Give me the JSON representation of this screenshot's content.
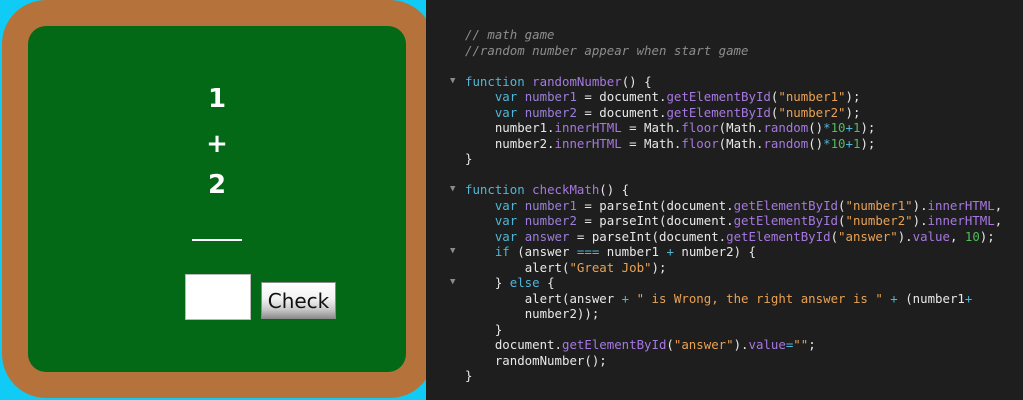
{
  "game": {
    "number1": "1",
    "operator": "+",
    "number2": "2",
    "answer_value": "",
    "check_label": "Check"
  },
  "colors": {
    "background": "#0fcbf5",
    "frame": "#b5733b",
    "board": "#036917",
    "editor_bg": "#1e1e1e"
  },
  "editor": {
    "lines": [
      {
        "fold": false,
        "indent": 0,
        "tokens": [
          {
            "t": "// math game",
            "k": "com"
          }
        ]
      },
      {
        "fold": false,
        "indent": 0,
        "tokens": [
          {
            "t": "//random number appear when start game",
            "k": "com"
          }
        ]
      },
      {
        "fold": false,
        "indent": 0,
        "tokens": []
      },
      {
        "fold": true,
        "indent": 0,
        "tokens": [
          {
            "t": "function",
            "k": "kw"
          },
          {
            "t": " ",
            "k": "pl"
          },
          {
            "t": "randomNumber",
            "k": "fn"
          },
          {
            "t": "() {",
            "k": "pl"
          }
        ]
      },
      {
        "fold": false,
        "indent": 1,
        "tokens": [
          {
            "t": "var",
            "k": "kw"
          },
          {
            "t": " ",
            "k": "pl"
          },
          {
            "t": "number1",
            "k": "var"
          },
          {
            "t": " = document.",
            "k": "pl"
          },
          {
            "t": "getElementById",
            "k": "fn"
          },
          {
            "t": "(",
            "k": "pl"
          },
          {
            "t": "\"number1\"",
            "k": "str"
          },
          {
            "t": ");",
            "k": "pl"
          }
        ]
      },
      {
        "fold": false,
        "indent": 1,
        "tokens": [
          {
            "t": "var",
            "k": "kw"
          },
          {
            "t": " ",
            "k": "pl"
          },
          {
            "t": "number2",
            "k": "var"
          },
          {
            "t": " = document.",
            "k": "pl"
          },
          {
            "t": "getElementById",
            "k": "fn"
          },
          {
            "t": "(",
            "k": "pl"
          },
          {
            "t": "\"number2\"",
            "k": "str"
          },
          {
            "t": ");",
            "k": "pl"
          }
        ]
      },
      {
        "fold": false,
        "indent": 1,
        "tokens": [
          {
            "t": "number1.",
            "k": "pl"
          },
          {
            "t": "innerHTML",
            "k": "fn"
          },
          {
            "t": " = Math.",
            "k": "pl"
          },
          {
            "t": "floor",
            "k": "fn"
          },
          {
            "t": "(Math.",
            "k": "pl"
          },
          {
            "t": "random",
            "k": "fn"
          },
          {
            "t": "()",
            "k": "pl"
          },
          {
            "t": "*",
            "k": "op"
          },
          {
            "t": "10",
            "k": "num"
          },
          {
            "t": "+",
            "k": "op"
          },
          {
            "t": "1",
            "k": "num"
          },
          {
            "t": ");",
            "k": "pl"
          }
        ]
      },
      {
        "fold": false,
        "indent": 1,
        "tokens": [
          {
            "t": "number2.",
            "k": "pl"
          },
          {
            "t": "innerHTML",
            "k": "fn"
          },
          {
            "t": " = Math.",
            "k": "pl"
          },
          {
            "t": "floor",
            "k": "fn"
          },
          {
            "t": "(Math.",
            "k": "pl"
          },
          {
            "t": "random",
            "k": "fn"
          },
          {
            "t": "()",
            "k": "pl"
          },
          {
            "t": "*",
            "k": "op"
          },
          {
            "t": "10",
            "k": "num"
          },
          {
            "t": "+",
            "k": "op"
          },
          {
            "t": "1",
            "k": "num"
          },
          {
            "t": ");",
            "k": "pl"
          }
        ]
      },
      {
        "fold": false,
        "indent": 0,
        "tokens": [
          {
            "t": "}",
            "k": "pl"
          }
        ]
      },
      {
        "fold": false,
        "indent": 0,
        "tokens": []
      },
      {
        "fold": true,
        "indent": 0,
        "tokens": [
          {
            "t": "function",
            "k": "kw"
          },
          {
            "t": " ",
            "k": "pl"
          },
          {
            "t": "checkMath",
            "k": "fn"
          },
          {
            "t": "() {",
            "k": "pl"
          }
        ]
      },
      {
        "fold": false,
        "indent": 1,
        "tokens": [
          {
            "t": "var",
            "k": "kw"
          },
          {
            "t": " ",
            "k": "pl"
          },
          {
            "t": "number1",
            "k": "var"
          },
          {
            "t": " = parseInt(document.",
            "k": "pl"
          },
          {
            "t": "getElementById",
            "k": "fn"
          },
          {
            "t": "(",
            "k": "pl"
          },
          {
            "t": "\"number1\"",
            "k": "str"
          },
          {
            "t": ").",
            "k": "pl"
          },
          {
            "t": "innerHTML",
            "k": "fn"
          },
          {
            "t": ",",
            "k": "pl"
          }
        ]
      },
      {
        "fold": false,
        "indent": 1,
        "tokens": [
          {
            "t": "var",
            "k": "kw"
          },
          {
            "t": " ",
            "k": "pl"
          },
          {
            "t": "number2",
            "k": "var"
          },
          {
            "t": " = parseInt(document.",
            "k": "pl"
          },
          {
            "t": "getElementById",
            "k": "fn"
          },
          {
            "t": "(",
            "k": "pl"
          },
          {
            "t": "\"number2\"",
            "k": "str"
          },
          {
            "t": ").",
            "k": "pl"
          },
          {
            "t": "innerHTML",
            "k": "fn"
          },
          {
            "t": ",",
            "k": "pl"
          }
        ]
      },
      {
        "fold": false,
        "indent": 1,
        "tokens": [
          {
            "t": "var",
            "k": "kw"
          },
          {
            "t": " ",
            "k": "pl"
          },
          {
            "t": "answer",
            "k": "var"
          },
          {
            "t": " = parseInt(document.",
            "k": "pl"
          },
          {
            "t": "getElementById",
            "k": "fn"
          },
          {
            "t": "(",
            "k": "pl"
          },
          {
            "t": "\"answer\"",
            "k": "str"
          },
          {
            "t": ").",
            "k": "pl"
          },
          {
            "t": "value",
            "k": "fn"
          },
          {
            "t": ", ",
            "k": "pl"
          },
          {
            "t": "10",
            "k": "num"
          },
          {
            "t": ");",
            "k": "pl"
          }
        ]
      },
      {
        "fold": true,
        "indent": 1,
        "tokens": [
          {
            "t": "if",
            "k": "kw"
          },
          {
            "t": " (answer ",
            "k": "pl"
          },
          {
            "t": "===",
            "k": "op"
          },
          {
            "t": " number1 ",
            "k": "pl"
          },
          {
            "t": "+",
            "k": "op"
          },
          {
            "t": " number2) {",
            "k": "pl"
          }
        ]
      },
      {
        "fold": false,
        "indent": 2,
        "tokens": [
          {
            "t": "alert(",
            "k": "pl"
          },
          {
            "t": "\"Great Job\"",
            "k": "str"
          },
          {
            "t": ");",
            "k": "pl"
          }
        ]
      },
      {
        "fold": true,
        "indent": 1,
        "tokens": [
          {
            "t": "} ",
            "k": "pl"
          },
          {
            "t": "else",
            "k": "kw"
          },
          {
            "t": " {",
            "k": "pl"
          }
        ]
      },
      {
        "fold": false,
        "indent": 2,
        "tokens": [
          {
            "t": "alert(answer ",
            "k": "pl"
          },
          {
            "t": "+",
            "k": "op"
          },
          {
            "t": " ",
            "k": "pl"
          },
          {
            "t": "\" is Wrong, the right answer is \"",
            "k": "str"
          },
          {
            "t": " ",
            "k": "pl"
          },
          {
            "t": "+",
            "k": "op"
          },
          {
            "t": " (number1",
            "k": "pl"
          },
          {
            "t": "+",
            "k": "op"
          }
        ]
      },
      {
        "fold": false,
        "indent": 2,
        "tokens": [
          {
            "t": "number2));",
            "k": "pl"
          }
        ]
      },
      {
        "fold": false,
        "indent": 1,
        "tokens": [
          {
            "t": "}",
            "k": "pl"
          }
        ]
      },
      {
        "fold": false,
        "indent": 1,
        "tokens": [
          {
            "t": "document.",
            "k": "pl"
          },
          {
            "t": "getElementById",
            "k": "fn"
          },
          {
            "t": "(",
            "k": "pl"
          },
          {
            "t": "\"answer\"",
            "k": "str"
          },
          {
            "t": ").",
            "k": "pl"
          },
          {
            "t": "value",
            "k": "fn"
          },
          {
            "t": "=",
            "k": "op"
          },
          {
            "t": "\"\"",
            "k": "str"
          },
          {
            "t": ";",
            "k": "pl"
          }
        ]
      },
      {
        "fold": false,
        "indent": 1,
        "tokens": [
          {
            "t": "randomNumber();",
            "k": "pl"
          }
        ]
      },
      {
        "fold": false,
        "indent": 0,
        "tokens": [
          {
            "t": "}",
            "k": "pl"
          }
        ]
      }
    ]
  }
}
